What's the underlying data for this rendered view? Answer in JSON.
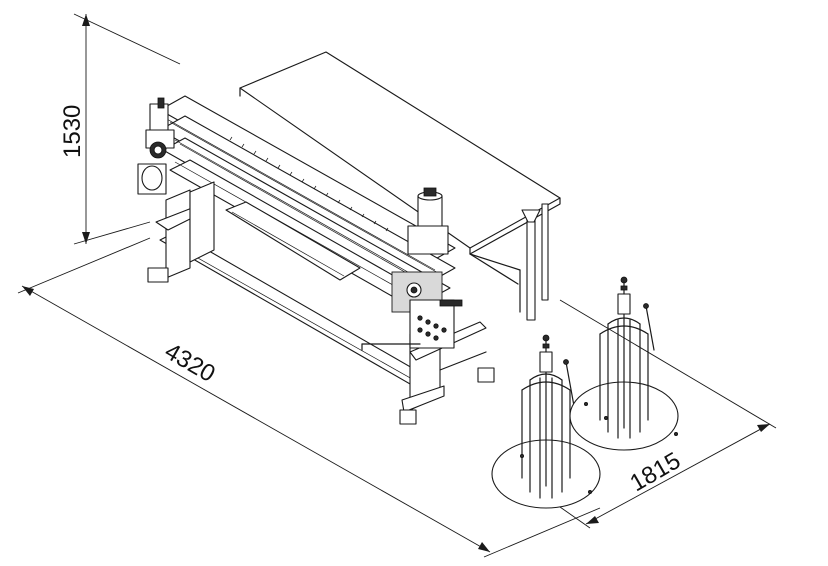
{
  "dimensions": {
    "height_label": "1530",
    "length_label": "4320",
    "width_label": "1815"
  },
  "colors": {
    "line": "#1a1a1a",
    "background": "#ffffff"
  }
}
